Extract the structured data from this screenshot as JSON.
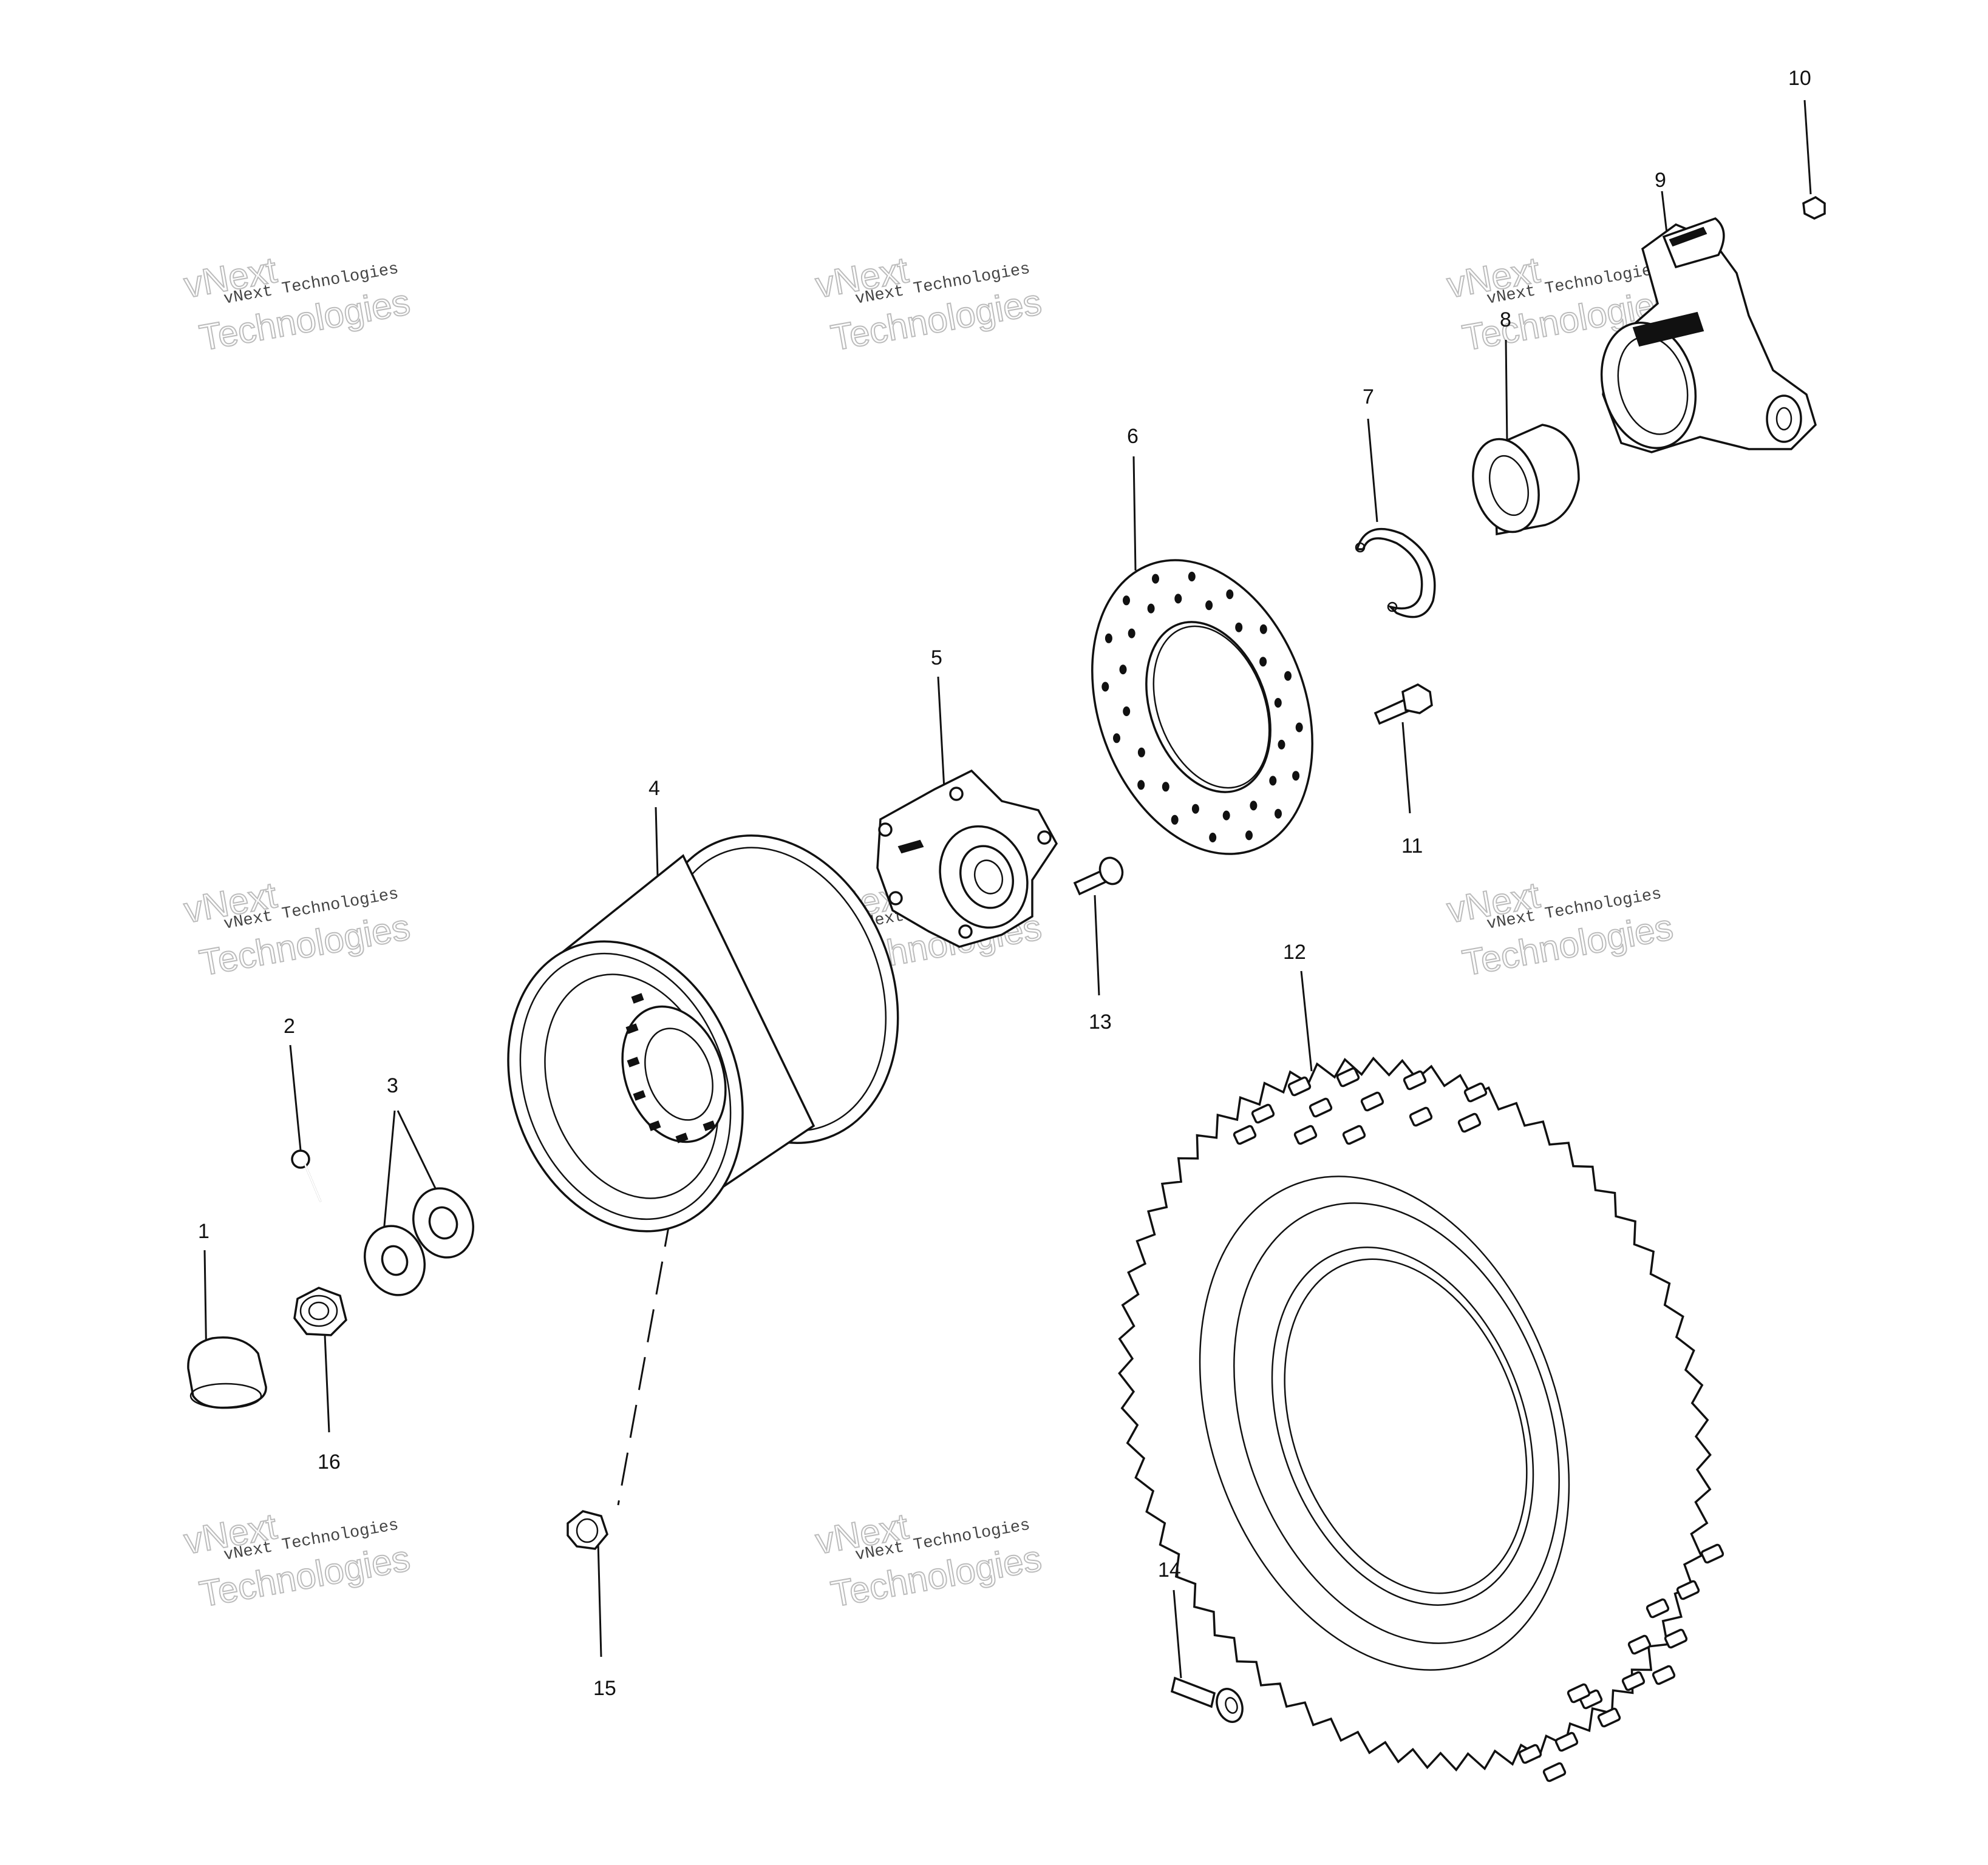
{
  "callouts": {
    "c1": "1",
    "c2": "2",
    "c3": "3",
    "c4": "4",
    "c5": "5",
    "c6": "6",
    "c7": "7",
    "c8": "8",
    "c9": "9",
    "c10": "10",
    "c11": "11",
    "c12": "12",
    "c13": "13",
    "c14": "14",
    "c15": "15",
    "c16": "16"
  },
  "watermark": {
    "line1": "vNext Technologies",
    "line2": "Technologies",
    "line3": "vNext"
  }
}
